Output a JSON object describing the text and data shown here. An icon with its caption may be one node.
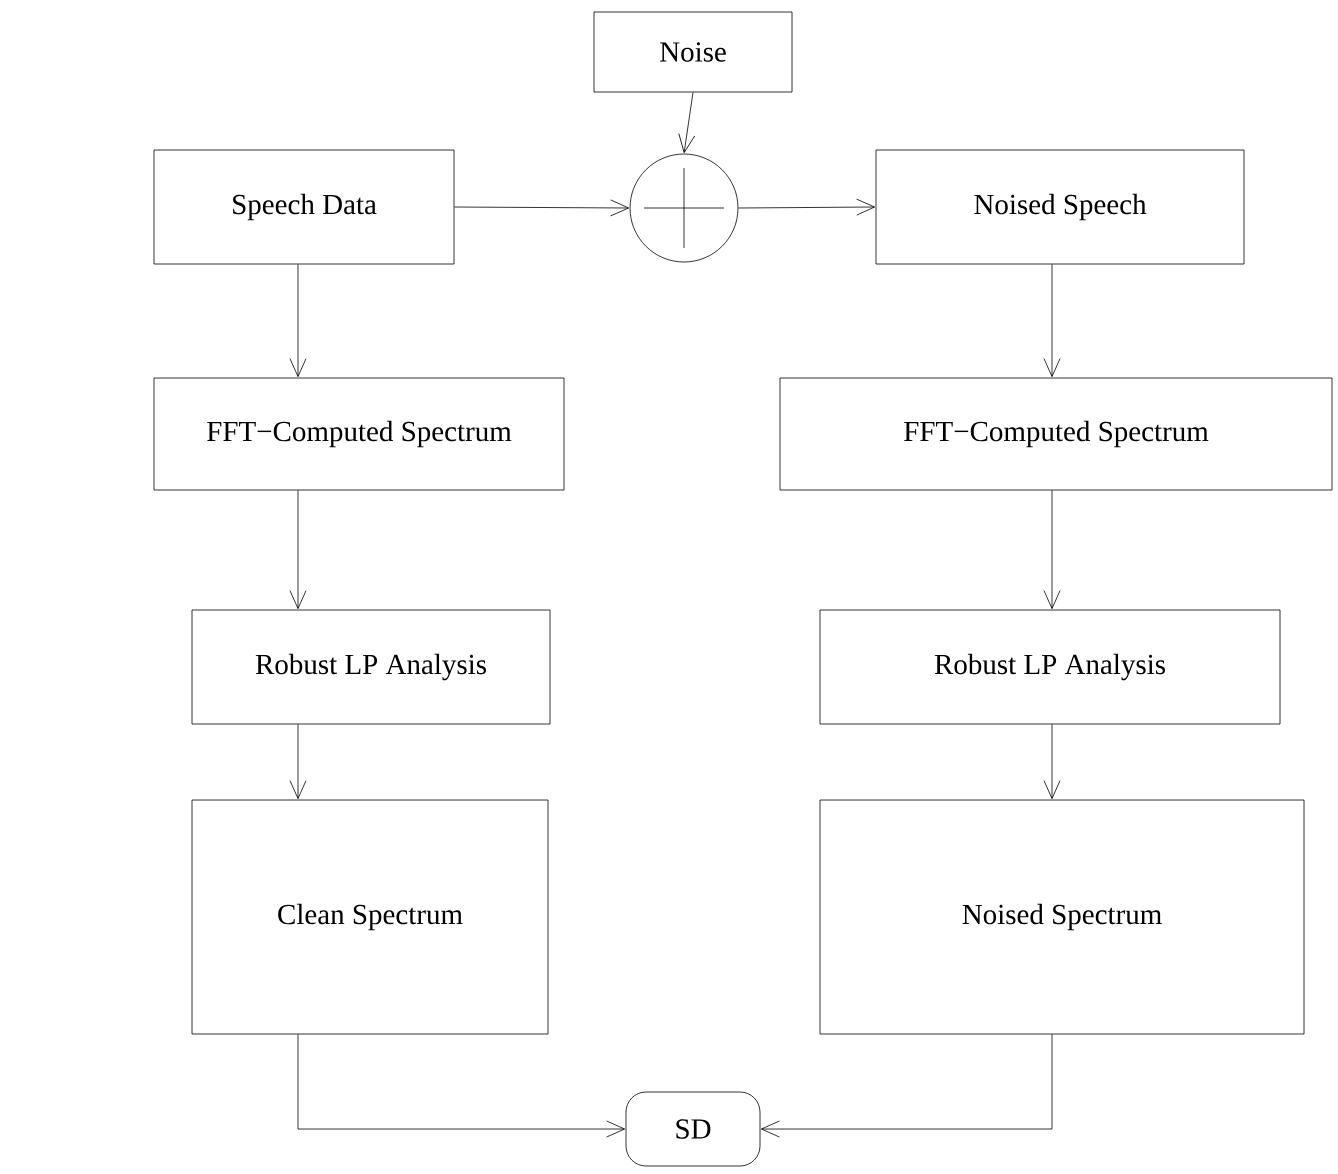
{
  "diagram": {
    "nodes": [
      {
        "text": [
          "Noise"
        ]
      },
      {
        "text": [
          "Speech Data"
        ]
      },
      {
        "text": [],
        "shape": "circle"
      },
      {
        "text": [
          "Noised Speech"
        ]
      },
      {
        "text": [
          "FFT−Computed Spectrum"
        ]
      },
      {
        "text": [
          "FFT−Computed Spectrum"
        ]
      },
      {
        "text": [
          "Robust LP Analysis"
        ]
      },
      {
        "text": [
          "Robust LP Analysis"
        ]
      },
      {
        "text": [
          "Clean Spectrum"
        ]
      },
      {
        "text": [
          "Noised Spectrum"
        ]
      },
      {
        "text": [
          "SD"
        ]
      }
    ],
    "edges": [
      {
        "from": 0,
        "to": 2,
        "arrow": "to"
      },
      {
        "from": 1,
        "to": 2,
        "arrow": "to"
      },
      {
        "from": 2,
        "to": 3,
        "arrow": "to"
      },
      {
        "from": 1,
        "to": 4,
        "arrow": "to"
      },
      {
        "from": 3,
        "to": 5,
        "arrow": "to"
      },
      {
        "from": 4,
        "to": 6,
        "arrow": "to"
      },
      {
        "from": 5,
        "to": 7,
        "arrow": "to"
      },
      {
        "from": 6,
        "to": 8,
        "arrow": "to"
      },
      {
        "from": 7,
        "to": 9,
        "arrow": "to"
      },
      {
        "from": 8,
        "to": 10,
        "arrow": "to"
      },
      {
        "from": 9,
        "to": 10,
        "arrow": "to"
      }
    ]
  }
}
